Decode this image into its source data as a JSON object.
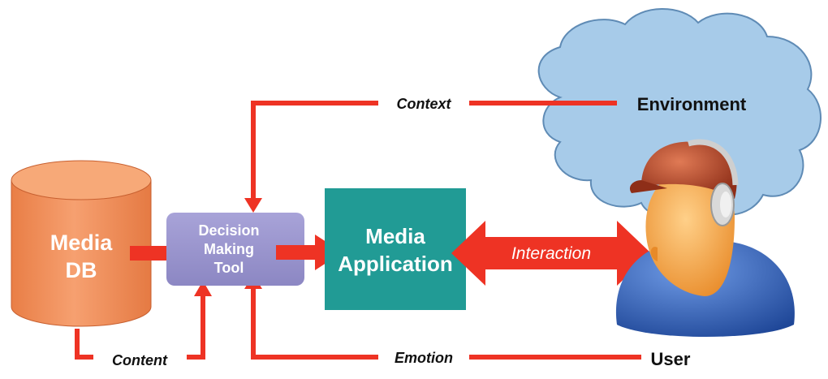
{
  "labels": {
    "media_db_line1": "Media",
    "media_db_line2": "DB",
    "dmt_line1": "Decision",
    "dmt_line2": "Making",
    "dmt_line3": "Tool",
    "media_app_line1": "Media",
    "media_app_line2": "Application",
    "interaction": "Interaction",
    "context": "Context",
    "emotion": "Emotion",
    "content": "Content",
    "environment": "Environment",
    "user": "User"
  },
  "colors": {
    "arrow": "#ee3324",
    "cylinder": "#f4935f",
    "cylinder_top": "#f7a978",
    "decision_tool": "#9c97cf",
    "media_app": "#219b95",
    "cloud": "#a7cbe9",
    "cloud_stroke": "#5f8bb5",
    "user_shirt": "#2f5fb6",
    "user_skin": "#f3a047",
    "user_cap": "#b8442a",
    "text_dark": "#111111",
    "text_light": "#ffffff"
  }
}
